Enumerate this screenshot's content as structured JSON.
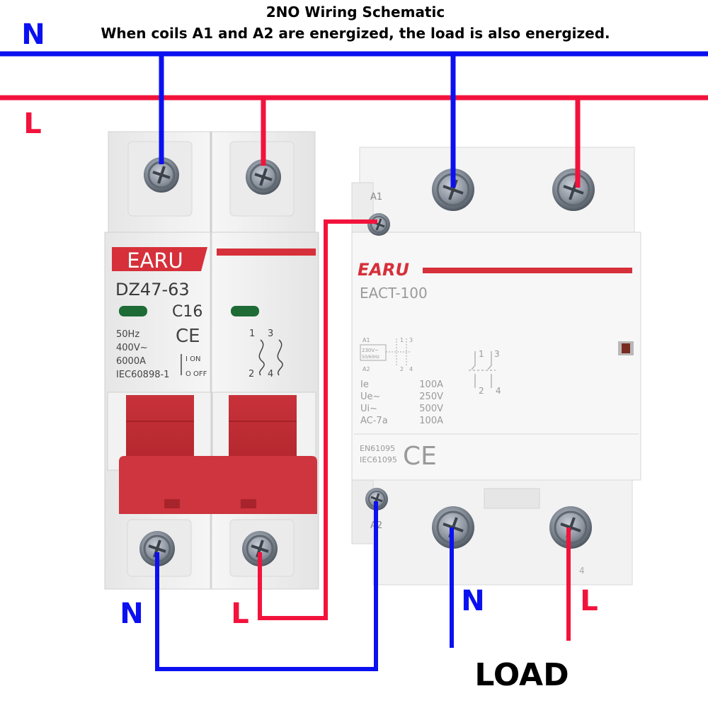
{
  "header": {
    "title": "2NO Wiring Schematic",
    "subtitle": "When coils A1 and A2 are energized, the load is also energized."
  },
  "rails": {
    "n_label": "N",
    "l_label": "L",
    "n_color": "#0b10f0",
    "l_color": "#f2133c"
  },
  "breaker": {
    "brand": "EARU",
    "model": "DZ47-63",
    "rating": "C16",
    "specs": [
      "50Hz",
      "400V~",
      "6000A",
      "IEC60898-1"
    ],
    "ce": "CE",
    "on_label": "I  ON",
    "off_label": "O OFF",
    "pole_top": "1",
    "pole_top2": "3",
    "pole_bottom": "2",
    "pole_bottom2": "4",
    "brand_color": "#d6303a",
    "handle_color": "#d23a42"
  },
  "contactor": {
    "brand": "EARU",
    "model": "EACT-100",
    "a1_label": "A1",
    "a2_label": "A2",
    "coil_label_top": "A1",
    "coil_label_bottom": "A2",
    "coil_voltage": "230V~",
    "coil_freq": "50/60Hz",
    "contact_top": [
      "1",
      "3"
    ],
    "contact_bottom": [
      "2",
      "4"
    ],
    "ratings": [
      {
        "label": "Ie",
        "value": "100A"
      },
      {
        "label": "Ue~",
        "value": "250V"
      },
      {
        "label": "Ui~",
        "value": "500V"
      },
      {
        "label": "AC-7a",
        "value": "100A"
      }
    ],
    "standards": [
      "EN61095",
      "IEC61095"
    ],
    "ce": "CE",
    "terminal_4": "4"
  },
  "bottom_labels": {
    "breaker_n": "N",
    "breaker_l": "L",
    "load_n": "N",
    "load_l": "L",
    "load": "LOAD"
  }
}
